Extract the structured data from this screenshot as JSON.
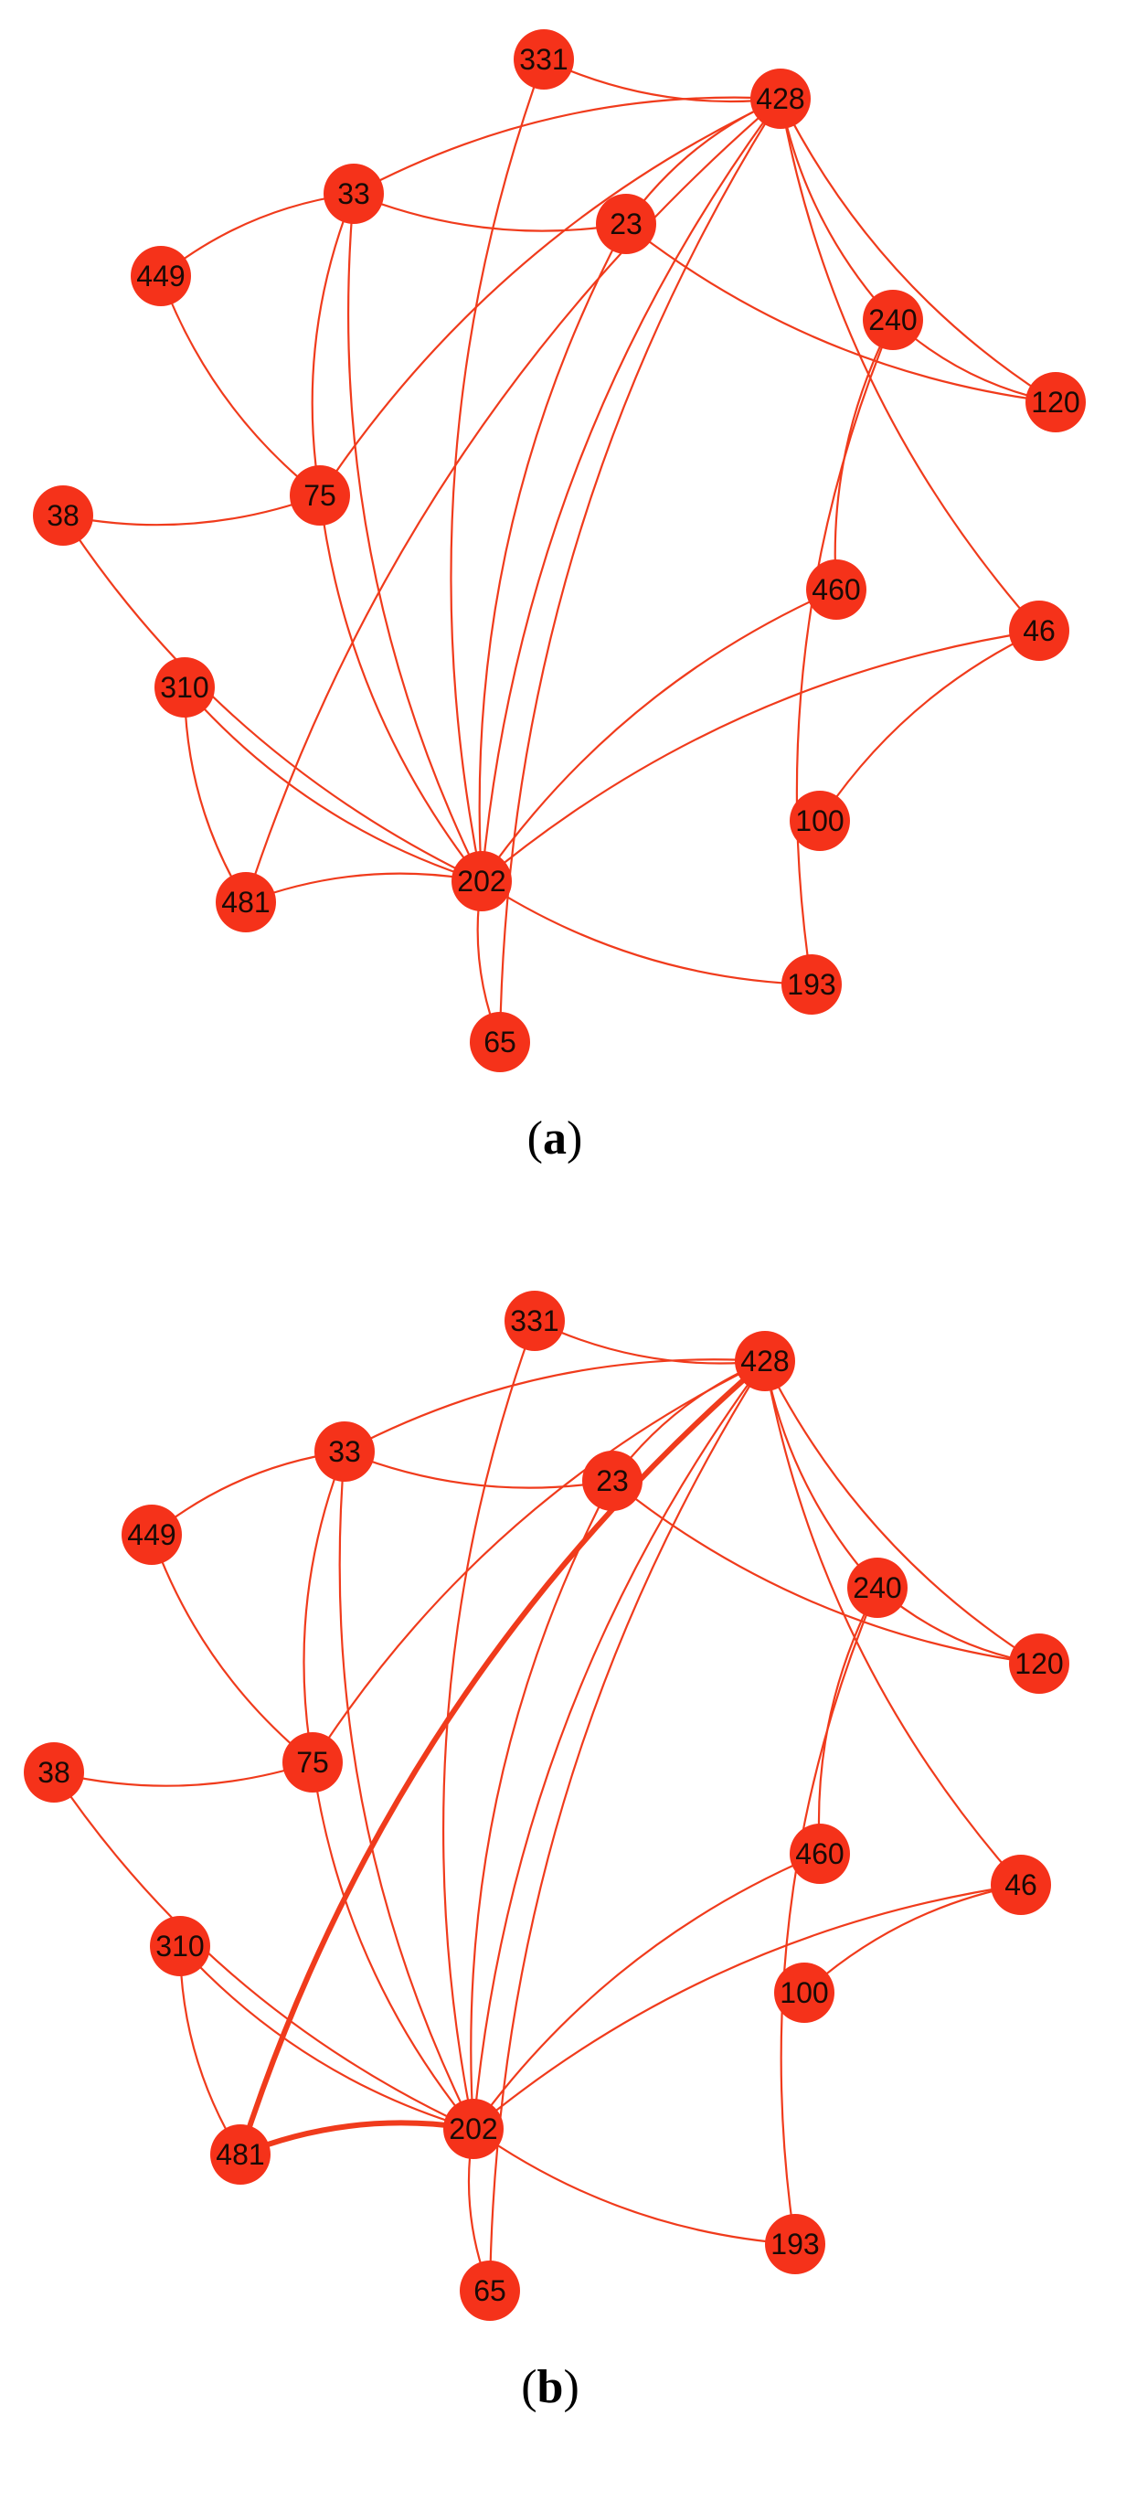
{
  "colors": {
    "node": "#f5321a",
    "edge": "#f03b1c",
    "label": "#1a0a06",
    "background": "#ffffff"
  },
  "panels": [
    {
      "caption": {
        "open": "(",
        "letter": "a",
        "close": ")"
      },
      "nodes": [
        {
          "id": "331",
          "label": "331"
        },
        {
          "id": "428",
          "label": "428"
        },
        {
          "id": "33",
          "label": "33"
        },
        {
          "id": "23",
          "label": "23"
        },
        {
          "id": "449",
          "label": "449"
        },
        {
          "id": "240",
          "label": "240"
        },
        {
          "id": "120",
          "label": "120"
        },
        {
          "id": "38",
          "label": "38"
        },
        {
          "id": "75",
          "label": "75"
        },
        {
          "id": "460",
          "label": "460"
        },
        {
          "id": "46",
          "label": "46"
        },
        {
          "id": "310",
          "label": "310"
        },
        {
          "id": "100",
          "label": "100"
        },
        {
          "id": "202",
          "label": "202"
        },
        {
          "id": "481",
          "label": "481"
        },
        {
          "id": "193",
          "label": "193"
        },
        {
          "id": "65",
          "label": "65"
        }
      ],
      "edges": [
        {
          "source": "331",
          "target": "428"
        },
        {
          "source": "331",
          "target": "202"
        },
        {
          "source": "428",
          "target": "23"
        },
        {
          "source": "428",
          "target": "33"
        },
        {
          "source": "428",
          "target": "75"
        },
        {
          "source": "428",
          "target": "240"
        },
        {
          "source": "428",
          "target": "120"
        },
        {
          "source": "428",
          "target": "46"
        },
        {
          "source": "428",
          "target": "202"
        },
        {
          "source": "428",
          "target": "481"
        },
        {
          "source": "428",
          "target": "65"
        },
        {
          "source": "33",
          "target": "23"
        },
        {
          "source": "33",
          "target": "449"
        },
        {
          "source": "33",
          "target": "75"
        },
        {
          "source": "33",
          "target": "202"
        },
        {
          "source": "23",
          "target": "120"
        },
        {
          "source": "23",
          "target": "202"
        },
        {
          "source": "449",
          "target": "75"
        },
        {
          "source": "240",
          "target": "120"
        },
        {
          "source": "240",
          "target": "460"
        },
        {
          "source": "240",
          "target": "193"
        },
        {
          "source": "38",
          "target": "75"
        },
        {
          "source": "38",
          "target": "202"
        },
        {
          "source": "75",
          "target": "202"
        },
        {
          "source": "460",
          "target": "202"
        },
        {
          "source": "46",
          "target": "202"
        },
        {
          "source": "46",
          "target": "100"
        },
        {
          "source": "310",
          "target": "481"
        },
        {
          "source": "310",
          "target": "202"
        },
        {
          "source": "202",
          "target": "481"
        },
        {
          "source": "202",
          "target": "193"
        },
        {
          "source": "202",
          "target": "65"
        }
      ]
    },
    {
      "caption": {
        "open": "(",
        "letter": "b",
        "close": ")"
      },
      "nodes": [
        {
          "id": "331",
          "label": "331"
        },
        {
          "id": "428",
          "label": "428"
        },
        {
          "id": "33",
          "label": "33"
        },
        {
          "id": "23",
          "label": "23"
        },
        {
          "id": "449",
          "label": "449"
        },
        {
          "id": "240",
          "label": "240"
        },
        {
          "id": "120",
          "label": "120"
        },
        {
          "id": "38",
          "label": "38"
        },
        {
          "id": "75",
          "label": "75"
        },
        {
          "id": "460",
          "label": "460"
        },
        {
          "id": "46",
          "label": "46"
        },
        {
          "id": "310",
          "label": "310"
        },
        {
          "id": "100",
          "label": "100"
        },
        {
          "id": "202",
          "label": "202"
        },
        {
          "id": "481",
          "label": "481"
        },
        {
          "id": "193",
          "label": "193"
        },
        {
          "id": "65",
          "label": "65"
        }
      ],
      "edges": [
        {
          "source": "331",
          "target": "428"
        },
        {
          "source": "331",
          "target": "202"
        },
        {
          "source": "428",
          "target": "23"
        },
        {
          "source": "428",
          "target": "33"
        },
        {
          "source": "428",
          "target": "75"
        },
        {
          "source": "428",
          "target": "240"
        },
        {
          "source": "428",
          "target": "120"
        },
        {
          "source": "428",
          "target": "46"
        },
        {
          "source": "428",
          "target": "202"
        },
        {
          "source": "428",
          "target": "481",
          "emphasis": true
        },
        {
          "source": "428",
          "target": "65"
        },
        {
          "source": "33",
          "target": "23"
        },
        {
          "source": "33",
          "target": "449"
        },
        {
          "source": "33",
          "target": "75"
        },
        {
          "source": "33",
          "target": "202"
        },
        {
          "source": "23",
          "target": "120"
        },
        {
          "source": "23",
          "target": "202"
        },
        {
          "source": "449",
          "target": "75"
        },
        {
          "source": "240",
          "target": "120"
        },
        {
          "source": "240",
          "target": "460"
        },
        {
          "source": "240",
          "target": "193"
        },
        {
          "source": "38",
          "target": "75"
        },
        {
          "source": "38",
          "target": "202"
        },
        {
          "source": "75",
          "target": "202"
        },
        {
          "source": "460",
          "target": "202"
        },
        {
          "source": "46",
          "target": "202"
        },
        {
          "source": "46",
          "target": "100"
        },
        {
          "source": "310",
          "target": "481"
        },
        {
          "source": "310",
          "target": "202"
        },
        {
          "source": "202",
          "target": "481",
          "emphasis": true
        },
        {
          "source": "202",
          "target": "193"
        },
        {
          "source": "202",
          "target": "65"
        }
      ]
    }
  ]
}
